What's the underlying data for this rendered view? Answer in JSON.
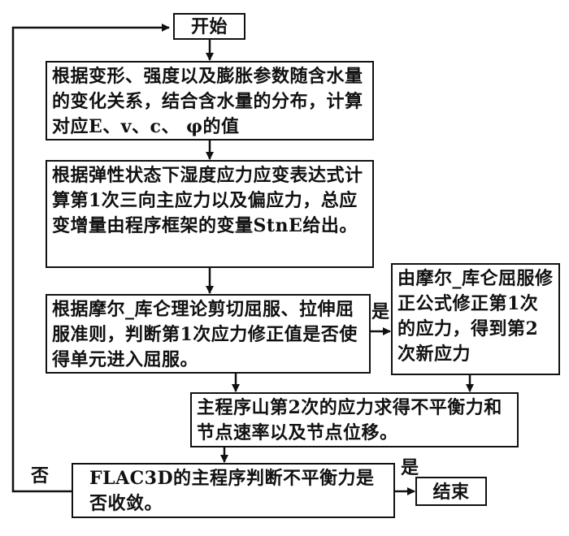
{
  "nodes": {
    "start": "开始",
    "step1": "根据变形、强度以及膨胀参数随含水量的变化关系，结合含水量的分布，计算对应E、v、c、 φ的值",
    "step2": "根据弹性状态下湿度应力应变表达式计算第1次三向主应力以及偏应力，总应变增量由程序框架的变量StnE给出。",
    "step3": "根据摩尔_库仑理论剪切屈服、拉伸屈服准则，判断第1次应力修正值是否使得单元进入屈服。",
    "step4": "由摩尔_库仑屈服修正公式修正第1次的应力，得到第2次新应力",
    "step5": "主程序山第2次的应力求得不平衡力和节点速率以及节点位移。",
    "step6": "FLAC3D的主程序判断不平衡力是否收敛。",
    "end": "结束"
  },
  "edge_labels": {
    "yield_yes": "是",
    "converge_yes": "是",
    "converge_no": "否"
  }
}
